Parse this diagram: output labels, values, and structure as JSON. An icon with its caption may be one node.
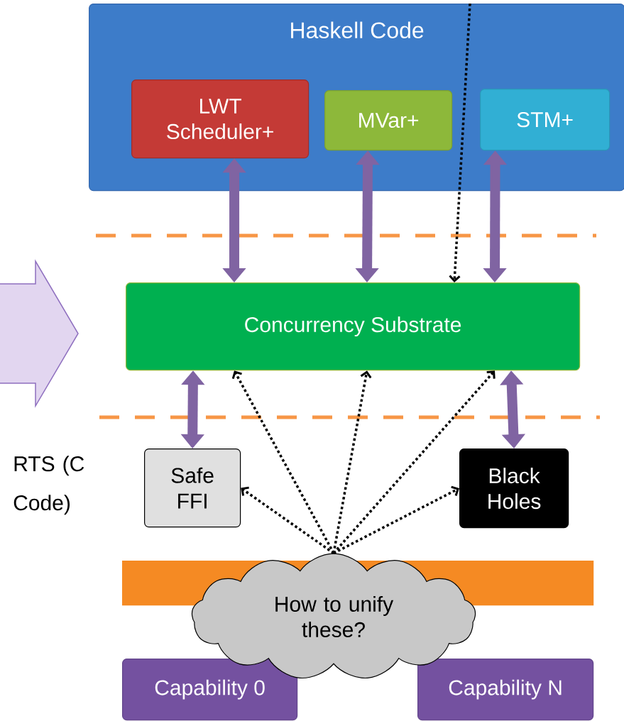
{
  "diagram": {
    "nodes": [
      {
        "text": [
          "Haskell Code"
        ]
      },
      {
        "text": [
          "LWT Scheduler+"
        ],
        "in": 0
      },
      {
        "text": [
          "MVar+"
        ],
        "in": 0
      },
      {
        "text": [
          "STM+"
        ],
        "in": 0
      },
      {
        "text": [
          "Concurrency Substrate"
        ]
      },
      {
        "text": [
          "Safe FFI"
        ]
      },
      {
        "text": [
          "Black Holes"
        ]
      },
      {
        "text": [],
        "shape": "bar"
      },
      {
        "text": [
          "Capability 0"
        ]
      },
      {
        "text": [
          "Capability N"
        ]
      },
      {
        "text": [
          "How to unify these?"
        ]
      }
    ],
    "edges": [
      {
        "from": 1,
        "to": 4,
        "arrow": "both",
        "style": "thick",
        "color": "#8064a2"
      },
      {
        "from": 2,
        "to": 4,
        "arrow": "both",
        "style": "thick",
        "color": "#8064a2"
      },
      {
        "from": 3,
        "to": 4,
        "arrow": "both",
        "style": "thick",
        "color": "#8064a2"
      },
      {
        "from": 4,
        "to": 5,
        "arrow": "both",
        "style": "thick",
        "color": "#8064a2"
      },
      {
        "from": 4,
        "to": 6,
        "arrow": "both",
        "style": "thick",
        "color": "#8064a2"
      },
      {
        "from": 10,
        "to": 4,
        "arrow": "to",
        "style": "dashed"
      },
      {
        "from": 10,
        "to": 4,
        "arrow": "to",
        "style": "dashed"
      },
      {
        "from": 10,
        "to": 4,
        "arrow": "to",
        "style": "dashed"
      },
      {
        "from": 10,
        "to": 5,
        "arrow": "to",
        "style": "dashed"
      },
      {
        "from": 10,
        "to": 6,
        "arrow": "to",
        "style": "dashed"
      },
      {
        "from": 0,
        "to": 4,
        "arrow": "to",
        "style": "dashed"
      }
    ],
    "labels": [
      "RTS (C Code)"
    ]
  }
}
